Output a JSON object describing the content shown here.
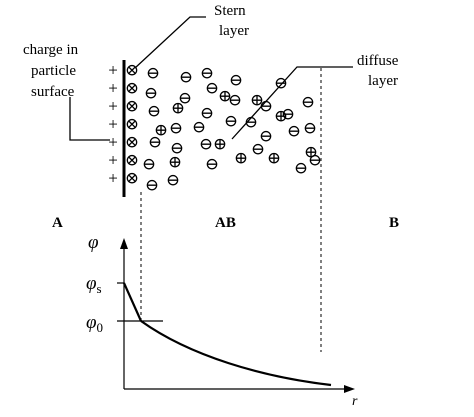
{
  "labels": {
    "stern_line1": "Stern",
    "stern_line2": "layer",
    "diffuse_line1": "diffuse",
    "diffuse_line2": "layer",
    "charge_line1": "charge in",
    "charge_line2": "particle",
    "charge_line3": "surface"
  },
  "regions": {
    "a": "A",
    "ab": "AB",
    "b": "B"
  },
  "axis": {
    "y_symbol": "φ",
    "x_symbol": "r",
    "phi_s": "φ",
    "phi_s_sub": "s",
    "phi_0": "φ",
    "phi_0_sub": "0"
  },
  "symbols": {
    "surface_plus": "+",
    "adsorbed_ion": "⊗",
    "cation": "⊕",
    "anion": "⊖"
  }
}
